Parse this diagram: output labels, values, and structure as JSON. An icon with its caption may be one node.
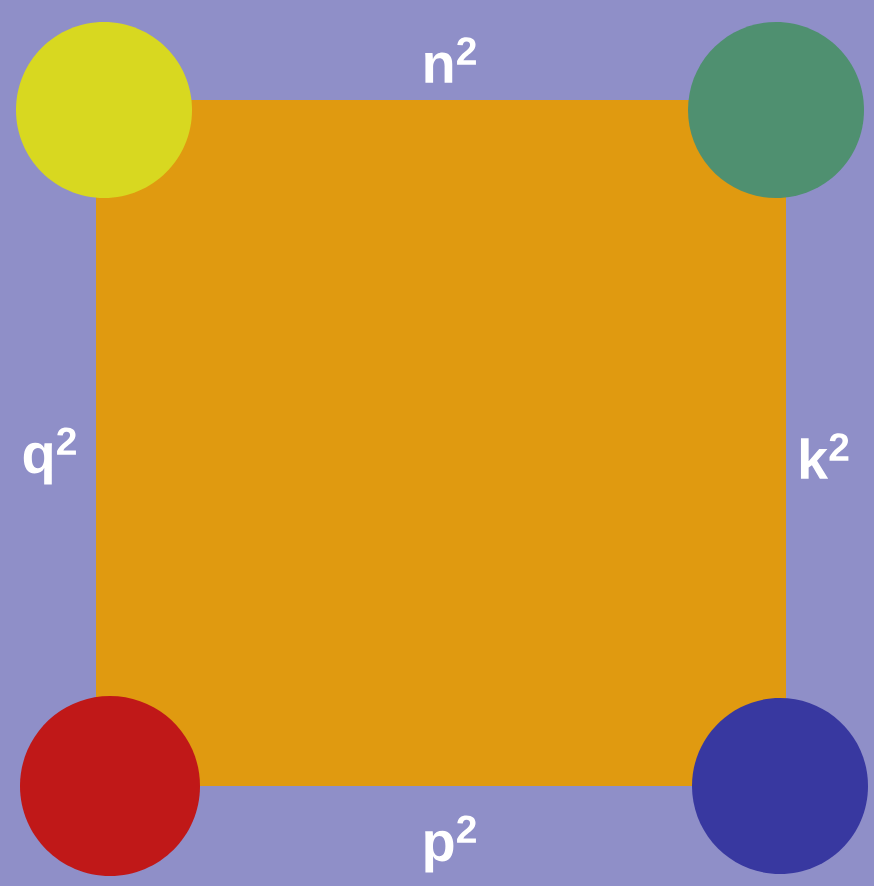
{
  "diagram": {
    "labels": [
      "n$^{2}$",
      "q$^{2}$",
      "k$^{2}$",
      "p$^{2}$"
    ]
  }
}
